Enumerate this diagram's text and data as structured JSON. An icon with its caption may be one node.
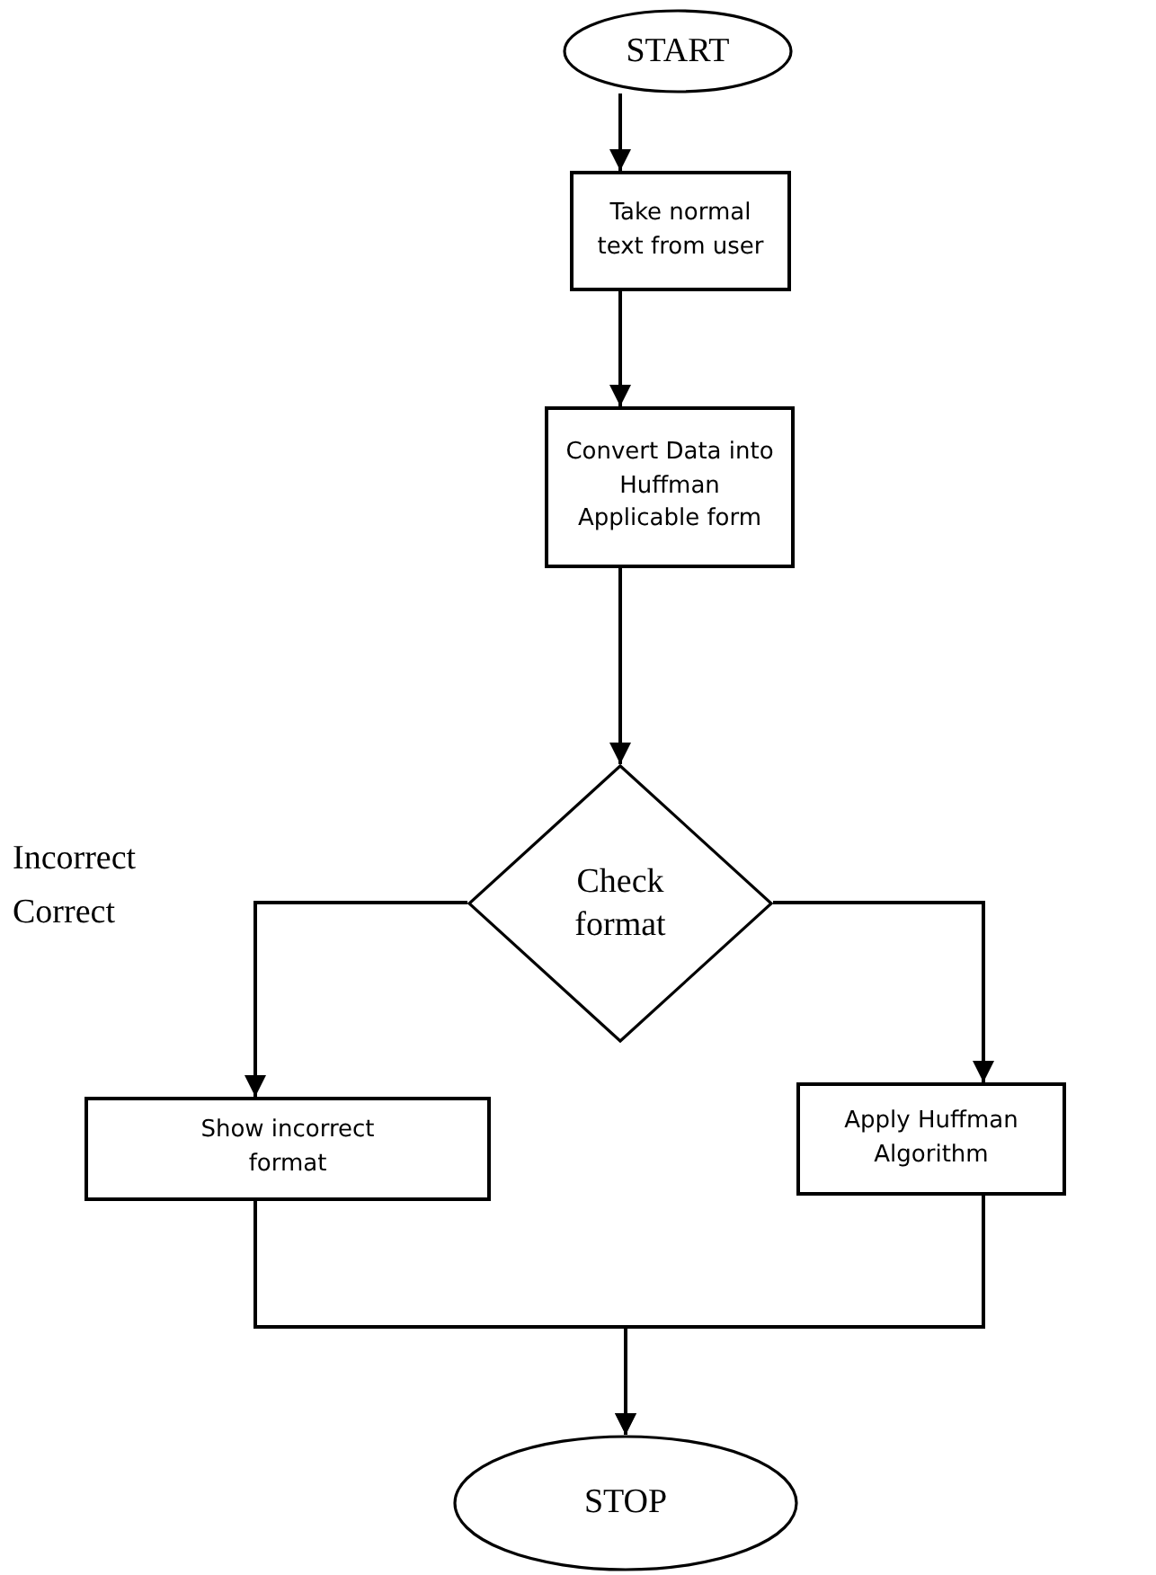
{
  "diagram": {
    "nodes": [
      {
        "text": [
          "START"
        ]
      },
      {
        "text": [
          "Take normal text from user"
        ]
      },
      {
        "text": [
          "Convert Data into Huffman Applicable form"
        ]
      },
      {
        "text": [
          "Check format"
        ]
      },
      {
        "text": [
          "Show incorrect format"
        ]
      },
      {
        "text": [
          "Apply Huffman Algorithm"
        ]
      },
      {
        "text": [
          "STOP"
        ]
      }
    ],
    "edges": [
      {
        "from": 0,
        "to": 1,
        "arrow": "to"
      },
      {
        "from": 1,
        "to": 2,
        "arrow": "to"
      },
      {
        "from": 2,
        "to": 3,
        "arrow": "to"
      },
      {
        "from": 3,
        "to": 4,
        "arrow": "to"
      },
      {
        "from": 3,
        "to": 5,
        "arrow": "to"
      },
      {
        "from": 4,
        "to": 6,
        "arrow": "to"
      },
      {
        "from": 5,
        "to": 6,
        "arrow": "to"
      }
    ],
    "labels": [
      "Incorrect",
      "Correct"
    ]
  }
}
